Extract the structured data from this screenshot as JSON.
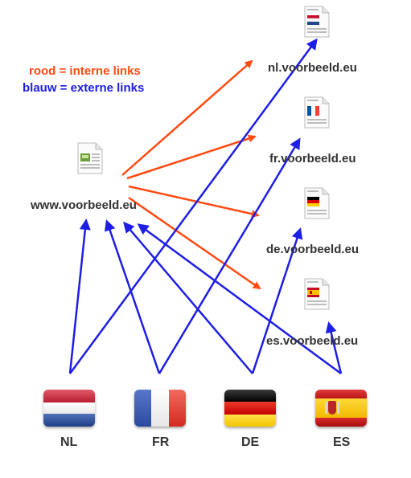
{
  "legend": {
    "red_text": "rood = interne links",
    "blue_text": "blauw = externe links",
    "red_color": "#ff4a12",
    "blue_color": "#1e1ee6"
  },
  "main_site": {
    "label": "www.voorbeeld.eu",
    "icon": "document-image-icon"
  },
  "sites": [
    {
      "label": "nl.voorbeeld.eu",
      "flag": "nl"
    },
    {
      "label": "fr.voorbeeld.eu",
      "flag": "fr"
    },
    {
      "label": "de.voorbeeld.eu",
      "flag": "de"
    },
    {
      "label": "es.voorbeeld.eu",
      "flag": "es"
    }
  ],
  "countries": [
    {
      "code": "NL"
    },
    {
      "code": "FR"
    },
    {
      "code": "DE"
    },
    {
      "code": "ES"
    }
  ],
  "edges": {
    "internal": [
      {
        "from": "www.voorbeeld.eu",
        "to": "nl.voorbeeld.eu"
      },
      {
        "from": "www.voorbeeld.eu",
        "to": "fr.voorbeeld.eu"
      },
      {
        "from": "www.voorbeeld.eu",
        "to": "de.voorbeeld.eu"
      },
      {
        "from": "www.voorbeeld.eu",
        "to": "es.voorbeeld.eu"
      }
    ],
    "external": [
      {
        "from": "NL",
        "to": "www.voorbeeld.eu"
      },
      {
        "from": "NL",
        "to": "nl.voorbeeld.eu"
      },
      {
        "from": "FR",
        "to": "www.voorbeeld.eu"
      },
      {
        "from": "FR",
        "to": "fr.voorbeeld.eu"
      },
      {
        "from": "DE",
        "to": "www.voorbeeld.eu"
      },
      {
        "from": "DE",
        "to": "de.voorbeeld.eu"
      },
      {
        "from": "ES",
        "to": "www.voorbeeld.eu"
      },
      {
        "from": "ES",
        "to": "es.voorbeeld.eu"
      }
    ]
  }
}
